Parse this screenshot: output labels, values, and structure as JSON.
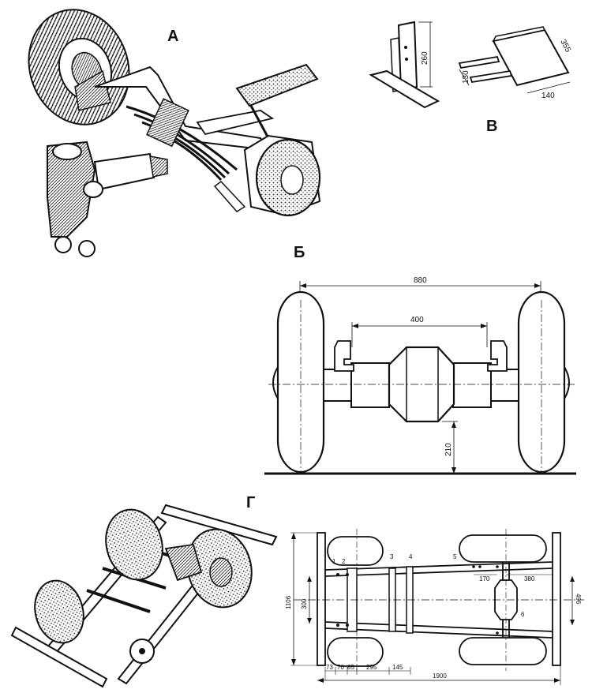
{
  "labels": {
    "a": "А",
    "b": "Б",
    "v": "В",
    "g": "Г"
  },
  "dims_v": {
    "bracket_height": "260",
    "plate_length": "355",
    "plate_width": "140",
    "arm": "130"
  },
  "dims_b": {
    "track": "880",
    "housing": "400",
    "clearance": "210"
  },
  "dims_g": {
    "width_total": "1106",
    "width_inner": "300",
    "width_right": "496",
    "length_total": "1900",
    "seg_295": "295",
    "seg_145": "145",
    "seg_73": "73",
    "seg_70": "70",
    "seg_85": "85",
    "seg_170": "170",
    "seg_380": "380",
    "n1": "1",
    "n2": "2",
    "n3": "3",
    "n4": "4",
    "n5": "5",
    "n6": "6"
  }
}
